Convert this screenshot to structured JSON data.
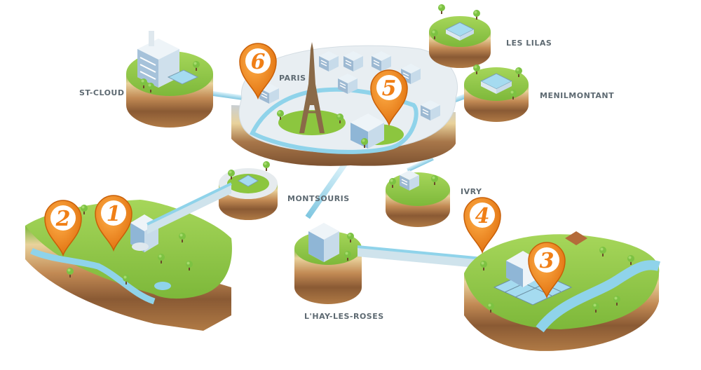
{
  "labels": {
    "st_cloud": "ST-CLOUD",
    "paris": "PARIS",
    "les_lilas": "LES LILAS",
    "menilmontant": "MENILMONTANT",
    "montsouris": "MONTSOURIS",
    "ivry": "IVRY",
    "lhay_les_roses": "L'HAY-LES-ROSES"
  },
  "markers": [
    "1",
    "2",
    "3",
    "4",
    "5",
    "6"
  ],
  "colors": {
    "grass": "#8cc63f",
    "grass_dark": "#6ea82f",
    "soil": "#c9a476",
    "soil_dark": "#8a5a34",
    "water": "#8fd3ea",
    "paris_ground": "#e8eef2",
    "pin": "#f07f16",
    "pin_dark": "#c85f08"
  }
}
